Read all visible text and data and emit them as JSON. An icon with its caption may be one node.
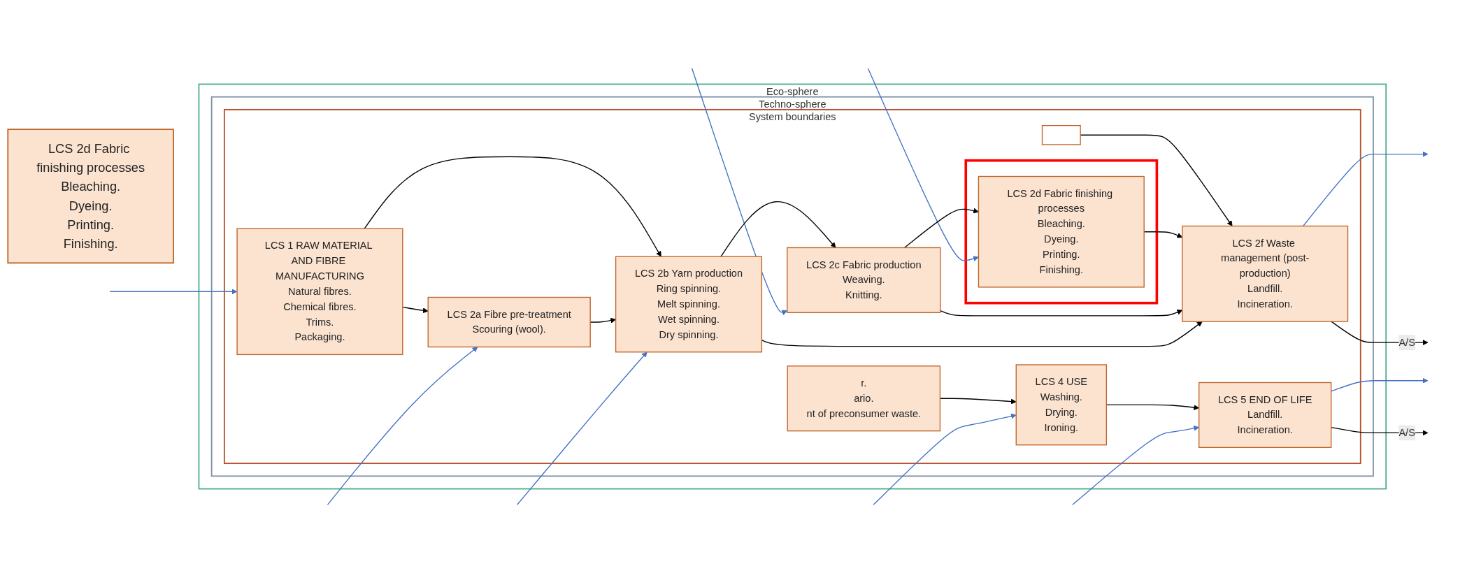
{
  "diagram": {
    "nodes": [
      {
        "text": [
          "Eco-sphere"
        ]
      },
      {
        "text": [
          "Techno-sphere"
        ],
        "in": 0
      },
      {
        "text": [
          "System boundaries"
        ],
        "in": 1
      },
      {
        "text": [
          "LCS 2a Fibre pre-treatment",
          "Scouring (wool)."
        ],
        "in": 2
      },
      {
        "text": [
          "LCS 1 RAW MATERIAL AND FIBRE MANUFACTURING",
          "Natural fibres.",
          "Chemical fibres.",
          "Trims.",
          "Packaging."
        ],
        "in": 2
      },
      {
        "text": [
          "LCS 2b Yarn production",
          "Ring spinning.",
          "Melt spinning.",
          "Wet spinning.",
          "Dry spinning."
        ],
        "in": 2
      },
      {
        "text": [
          "LCS 2c Fabric production",
          "Weaving.",
          "Knitting."
        ],
        "in": 2
      },
      {
        "text": [],
        "shape": "box",
        "in": 2
      },
      {
        "text": [
          "LCS 2d Fabric finishing processes",
          "Bleaching.",
          "Dyeing.",
          "Printing.",
          "Finishing."
        ],
        "in": 7
      },
      {
        "text": [],
        "shape": "box",
        "in": 2
      },
      {
        "text": [
          "r.",
          "ario.",
          "nt of preconsumer waste."
        ],
        "in": 2
      },
      {
        "text": [
          "LCS 4 USE",
          "Washing.",
          "Drying.",
          "Ironing."
        ],
        "in": 2
      },
      {
        "text": [
          "LCS 5 END OF LIFE",
          "Landfill.",
          "Incineration."
        ],
        "in": 2
      },
      {
        "text": [
          "LCS 2f Waste management (post-production)",
          "Landfill.",
          "Incineration."
        ],
        "in": 2
      },
      {
        "text": [
          "LCS 2d Fabric finishing processes",
          "Bleaching.",
          "Dyeing.",
          "Printing.",
          "Finishing."
        ]
      }
    ],
    "edges": [
      {
        "from": null,
        "to": 4,
        "arrow": "to",
        "color": "#4472c4"
      },
      {
        "from": null,
        "to": 3,
        "arrow": "to",
        "color": "#4472c4"
      },
      {
        "from": null,
        "to": 5,
        "arrow": "to",
        "color": "#4472c4"
      },
      {
        "from": null,
        "to": 6,
        "arrow": "to",
        "color": "#4472c4"
      },
      {
        "from": null,
        "to": 8,
        "arrow": "to",
        "color": "#4472c4"
      },
      {
        "from": null,
        "to": 11,
        "arrow": "to",
        "color": "#4472c4"
      },
      {
        "from": null,
        "to": 12,
        "arrow": "to",
        "color": "#4472c4"
      },
      {
        "from": 4,
        "to": 3,
        "arrow": "to"
      },
      {
        "from": 3,
        "to": 5,
        "arrow": "to"
      },
      {
        "from": 4,
        "to": 5,
        "arrow": "to"
      },
      {
        "from": 5,
        "to": 6,
        "arrow": "to"
      },
      {
        "from": 6,
        "to": 8,
        "arrow": "to"
      },
      {
        "from": 10,
        "to": 11,
        "arrow": "to"
      },
      {
        "from": 11,
        "to": 12,
        "arrow": "to"
      },
      {
        "from": 5,
        "to": 13,
        "arrow": "to"
      },
      {
        "from": 6,
        "to": 13,
        "arrow": "to"
      },
      {
        "from": 8,
        "to": 13,
        "arrow": "to"
      },
      {
        "from": 9,
        "to": 13,
        "arrow": "to"
      },
      {
        "from": 13,
        "to": null,
        "arrow": "to",
        "color": "#4472c4"
      },
      {
        "from": 13,
        "to": null,
        "arrow": "to",
        "label": "A/S"
      },
      {
        "from": 12,
        "to": null,
        "arrow": "to",
        "color": "#4472c4"
      },
      {
        "from": 12,
        "to": null,
        "arrow": "to",
        "label": "A/S"
      }
    ]
  }
}
